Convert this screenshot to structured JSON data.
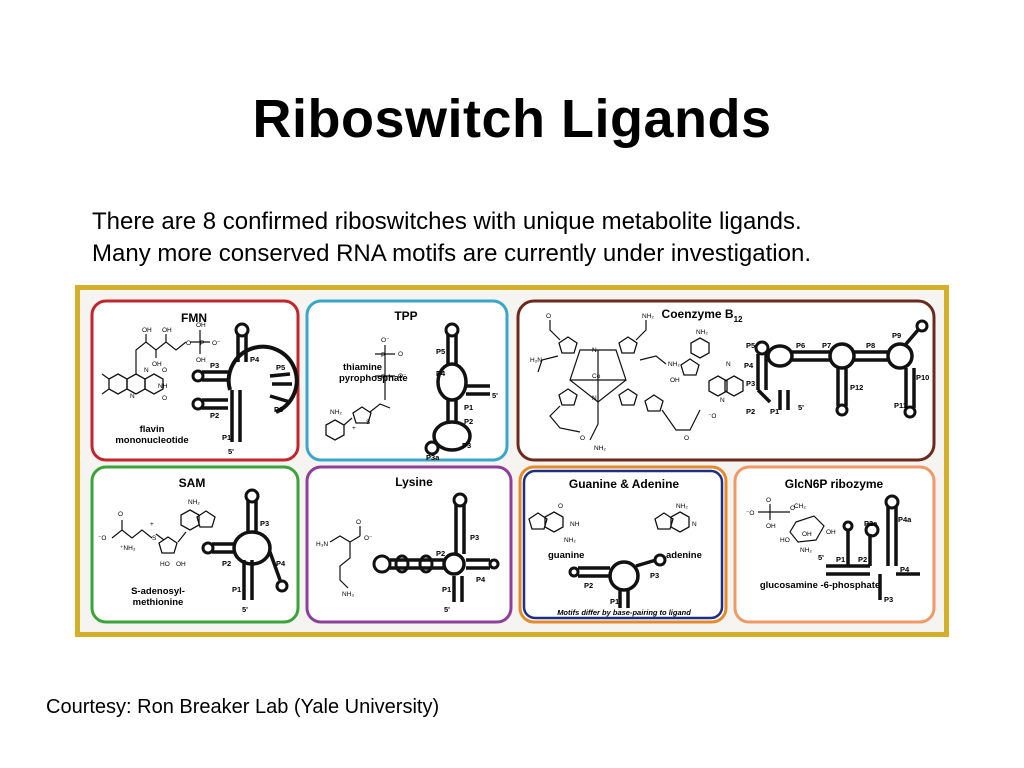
{
  "slide": {
    "title": "Riboswitch Ligands",
    "intro": [
      "There are 8 confirmed riboswitches with unique metabolite ligands.",
      "Many more conserved RNA motifs are currently under investigation."
    ],
    "courtesy": "Courtesy: Ron Breaker Lab (Yale University)"
  },
  "figure": {
    "frame_color": "#d4b02a",
    "panels": [
      {
        "id": "fmn",
        "title": "FMN",
        "border_color": "#c0262c",
        "ligand_lines": [
          "flavin",
          "mononucleotide"
        ],
        "helices": [
          "P1",
          "P2",
          "P3",
          "P4",
          "P5",
          "P6"
        ]
      },
      {
        "id": "tpp",
        "title": "TPP",
        "border_color": "#3aa6c9",
        "ligand_lines": [
          "thiamine",
          "pyrophosphate"
        ],
        "helices": [
          "P1",
          "P2",
          "P3",
          "P3a",
          "P4",
          "P5"
        ]
      },
      {
        "id": "coenzyme",
        "title": "Coenzyme B",
        "title_sub": "12",
        "border_color": "#6b2a1c",
        "helices": [
          "P1",
          "P2",
          "P3",
          "P4",
          "P5",
          "P6",
          "P7",
          "P8",
          "P9",
          "P10",
          "P11",
          "P12"
        ]
      },
      {
        "id": "sam",
        "title": "SAM",
        "border_color": "#3aa33a",
        "ligand_lines": [
          "S-adenosyl-",
          "methionine"
        ],
        "helices": [
          "P1",
          "P2",
          "P3",
          "P4"
        ]
      },
      {
        "id": "lysine",
        "title": "Lysine",
        "border_color": "#8e3f9a",
        "helices": [
          "P1",
          "P2",
          "P3",
          "P4"
        ]
      },
      {
        "id": "guanine",
        "title": "Guanine & Adenine",
        "border_color": "#1e2f86",
        "outer_border_color": "#e58a2a",
        "molecule_labels": [
          "guanine",
          "adenine"
        ],
        "helices": [
          "P1",
          "P2",
          "P3"
        ],
        "note": "Motifs differ by base-pairing to ligand"
      },
      {
        "id": "glcn6p",
        "title": "GlcN6P ribozyme",
        "border_color": "#ef9a66",
        "ligand_lines": [
          "glucosamine -6-phosphate"
        ],
        "helices": [
          "P1",
          "P2",
          "P2a",
          "P3",
          "P4",
          "P4a"
        ]
      }
    ],
    "strand_end_label": "5'"
  }
}
